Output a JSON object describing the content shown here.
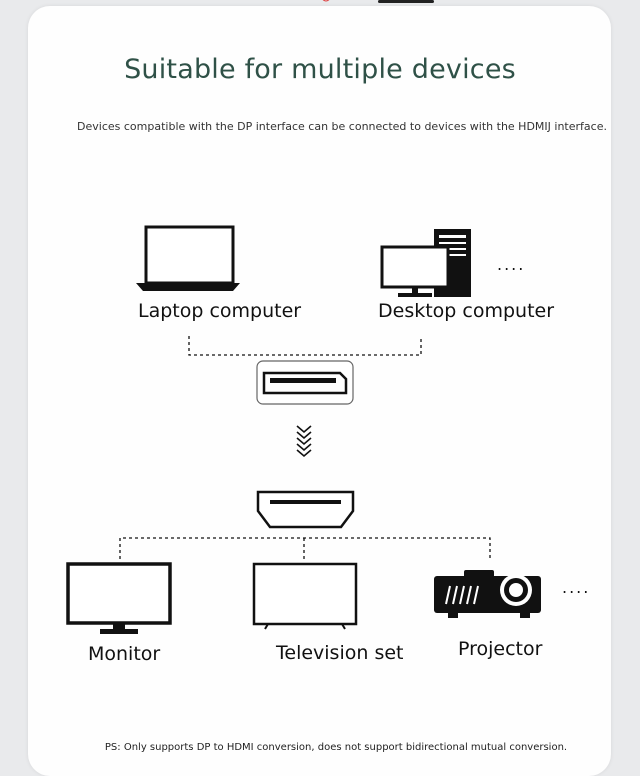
{
  "title": "Suitable for multiple devices",
  "subtitle": "Devices compatible with the DP interface can be connected to devices with the HDMIJ interface.",
  "sources": {
    "laptop": "Laptop computer",
    "desktop": "Desktop computer",
    "more": "...."
  },
  "targets": {
    "monitor": "Monitor",
    "tv": "Television set",
    "projector": "Projector",
    "more": "...."
  },
  "note": "PS: Only supports DP to HDMI conversion, does not support bidirectional mutual conversion."
}
